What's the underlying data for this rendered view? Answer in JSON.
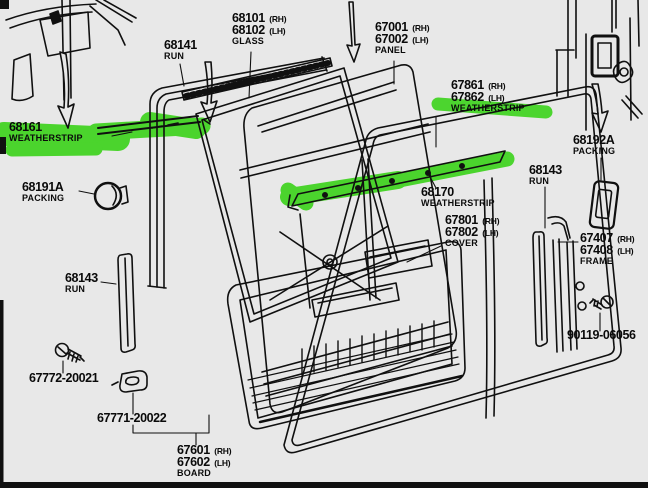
{
  "figure": "exploded door parts diagram",
  "colors": {
    "background": "#e8e8e8",
    "ink": "#101010",
    "highlight_marker": "#3ed31e"
  },
  "labels": {
    "weatherstrip_68161": {
      "number": "68161",
      "name": "WEATHERSTRIP",
      "highlighted": true
    },
    "packing_68191a": {
      "number": "68191A",
      "name": "PACKING"
    },
    "run_68143_left": {
      "number": "68143",
      "name": "RUN"
    },
    "screw_67772": {
      "number": "67772-20021"
    },
    "clip_67771": {
      "number": "67771-20022"
    },
    "board_67601": {
      "rh": "67601",
      "rh_suffix": "(RH)",
      "lh": "67602",
      "lh_suffix": "(LH)",
      "name": "BOARD"
    },
    "run_68141": {
      "number": "68141",
      "name": "RUN"
    },
    "glass_68101": {
      "rh": "68101",
      "rh_suffix": "(RH)",
      "lh": "68102",
      "lh_suffix": "(LH)",
      "name": "GLASS"
    },
    "panel_67001": {
      "rh": "67001",
      "rh_suffix": "(RH)",
      "lh": "67002",
      "lh_suffix": "(LH)",
      "name": "PANEL"
    },
    "weatherstrip_67861": {
      "rh": "67861",
      "rh_suffix": "(RH)",
      "lh": "67862",
      "lh_suffix": "(LH)",
      "name": "WEATHERSTRIP",
      "highlighted": true
    },
    "weatherstrip_68170": {
      "number": "68170",
      "name": "WEATHERSTRIP",
      "highlighted": true
    },
    "cover_67801": {
      "rh": "67801",
      "rh_suffix": "(RH)",
      "lh": "67802",
      "lh_suffix": "(LH)",
      "name": "COVER"
    },
    "run_68143_right": {
      "number": "68143",
      "name": "RUN"
    },
    "packing_68192a": {
      "number": "68192A",
      "name": "PACKING"
    },
    "frame_67407": {
      "rh": "67407",
      "rh_suffix": "(RH)",
      "lh": "67408",
      "lh_suffix": "(LH)",
      "name": "FRAME"
    },
    "bolt_90119": {
      "number": "90119-06056"
    }
  }
}
